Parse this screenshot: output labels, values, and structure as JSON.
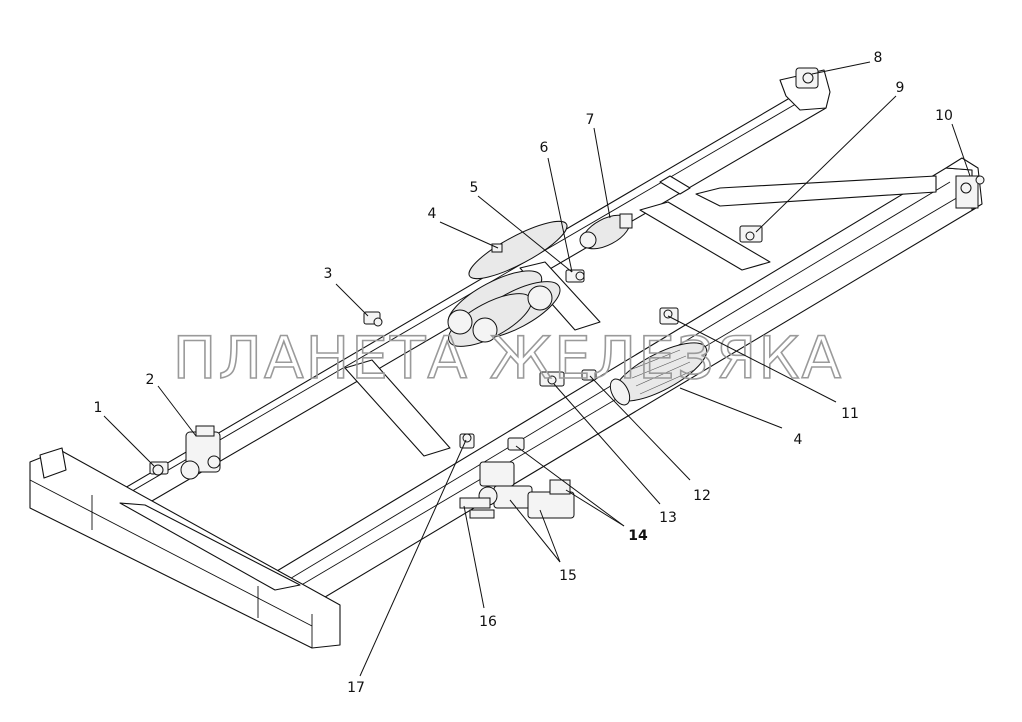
{
  "watermark": "ПЛАНЕТА ЖЕЛЕЗЯКА",
  "callouts": [
    {
      "id": "c1",
      "label": "1"
    },
    {
      "id": "c2",
      "label": "2"
    },
    {
      "id": "c3",
      "label": "3"
    },
    {
      "id": "c4a",
      "label": "4"
    },
    {
      "id": "c4b",
      "label": "4"
    },
    {
      "id": "c5",
      "label": "5"
    },
    {
      "id": "c6",
      "label": "6"
    },
    {
      "id": "c7",
      "label": "7"
    },
    {
      "id": "c8",
      "label": "8"
    },
    {
      "id": "c9",
      "label": "9"
    },
    {
      "id": "c10",
      "label": "10"
    },
    {
      "id": "c11",
      "label": "11"
    },
    {
      "id": "c12",
      "label": "12"
    },
    {
      "id": "c13",
      "label": "13"
    },
    {
      "id": "c14",
      "label": "14"
    },
    {
      "id": "c15",
      "label": "15"
    },
    {
      "id": "c16",
      "label": "16"
    },
    {
      "id": "c17",
      "label": "17"
    }
  ]
}
